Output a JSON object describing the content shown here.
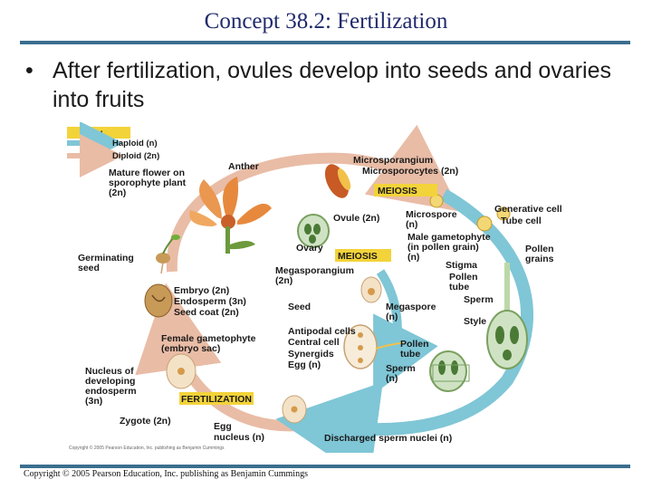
{
  "slide": {
    "title": "Concept 38.2: Fertilization",
    "bullet_marker": "•",
    "bullet_text": "After fertilization, ovules develop into seeds and ovaries into fruits",
    "copyright": "Copyright © 2005 Pearson Education, Inc. publishing as Benjamin Cummings"
  },
  "diagram": {
    "key": {
      "title": "Key",
      "haploid": "Haploid (n)",
      "diploid": "Diploid (2n)"
    },
    "labels": {
      "mature_flower": [
        "Mature flower on",
        "sporophyte plant",
        "(2n)"
      ],
      "anther": "Anther",
      "microsporangium": "Microsporangium",
      "microsporocytes": "Microsporocytes (2n)",
      "meiosis_top": "MEIOSIS",
      "generative_cell": "Generative cell",
      "tube_cell": "Tube cell",
      "microspore": [
        "Microspore",
        "(n)"
      ],
      "ovule": "Ovule (2n)",
      "male_gametophyte": [
        "Male gametophyte",
        "(in pollen grain)",
        "(n)"
      ],
      "pollen_grains": [
        "Pollen",
        "grains"
      ],
      "ovary": "Ovary",
      "meiosis_mid": "MEIOSIS",
      "stigma": "Stigma",
      "germinating_seed": [
        "Germinating",
        "seed"
      ],
      "megasporangium": [
        "Megasporangium",
        "(2n)"
      ],
      "pollen_tube_top": [
        "Pollen",
        "tube"
      ],
      "sperm_top": "Sperm",
      "embryo": "Embryo (2n)",
      "endosperm": "Endosperm (3n)",
      "seed_coat": "Seed coat (2n)",
      "seed": "Seed",
      "megaspore": [
        "Megaspore",
        "(n)"
      ],
      "style": "Style",
      "antipodal": "Antipodal cells",
      "central_cell": "Central cell",
      "synergids": "Synergids",
      "egg_n": "Egg (n)",
      "female_gametophyte": [
        "Female gametophyte",
        "(embryo sac)"
      ],
      "pollen_tube_mid": [
        "Pollen",
        "tube"
      ],
      "sperm_mid": [
        "Sperm",
        "(n)"
      ],
      "nucleus": [
        "Nucleus of",
        "developing",
        "endosperm",
        "(3n)"
      ],
      "fertilization": "FERTILIZATION",
      "zygote": "Zygote (2n)",
      "egg_nucleus": [
        "Egg",
        "nucleus (n)"
      ],
      "discharged": "Discharged sperm nuclei (n)",
      "fig_credit": "Copyright © 2005 Pearson Education, Inc. publishing as Benjamin Cummings"
    },
    "colors": {
      "haploid": "#7fc6d6",
      "diploid": "#e9bca6",
      "stage_box": "#f3d33a",
      "text": "#1a1a1a"
    }
  }
}
